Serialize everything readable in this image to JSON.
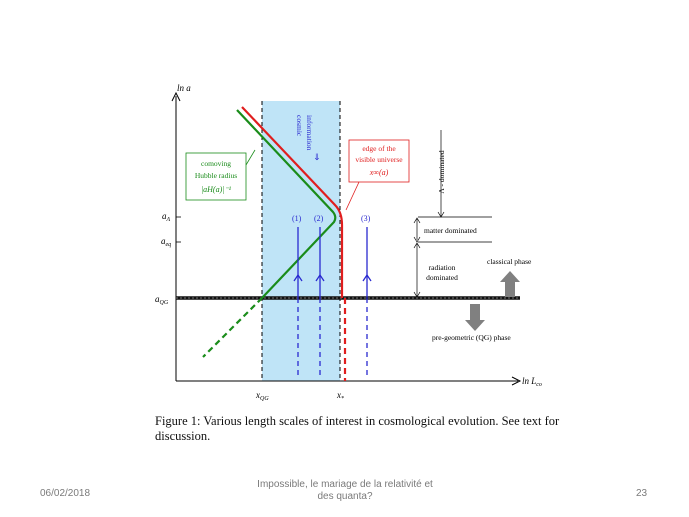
{
  "diagram": {
    "axis_y_label": "ln a",
    "axis_x_label": "ln L",
    "axis_x_label_sub": "co",
    "y_ticks": [
      {
        "label": "a",
        "sub": "Λ"
      },
      {
        "label": "a",
        "sub": "eq"
      },
      {
        "label": "a",
        "sub": "QG"
      }
    ],
    "x_ticks": [
      {
        "label": "x",
        "sub": "QG"
      },
      {
        "label": "x",
        "sub": "*"
      }
    ],
    "cosmic_info_line1": "cosmic",
    "cosmic_info_line2": "information",
    "cosmic_info_arrow": "⇒",
    "comoving_box": [
      "comoving",
      "Hubble radius",
      "|aH(a)|⁻¹"
    ],
    "edge_box": [
      "edge of the",
      "visible universe",
      "x∞(a)"
    ],
    "path_labels": [
      "(1)",
      "(2)",
      "(3)"
    ],
    "lambda_dominated": "Λ - dominated",
    "matter_dominated": "matter dominated",
    "radiation_dominated": [
      "radiation",
      "dominated"
    ],
    "classical_phase": "classical phase",
    "pregeometric_phase": "pre-geometric (QG) phase",
    "colors": {
      "green": "#1a8c1a",
      "red": "#e01e1e",
      "blue": "#2a2ad0",
      "shade": "#bfe4f7",
      "arrow_gray": "#808080"
    }
  },
  "caption": "Figure 1:  Various length scales of interest in cosmological evolution.  See text for discussion.",
  "footer": {
    "date": "06/02/2018",
    "title_line1": "Impossible, le mariage de la relativité et",
    "title_line2": "des quanta?",
    "page": "23"
  }
}
